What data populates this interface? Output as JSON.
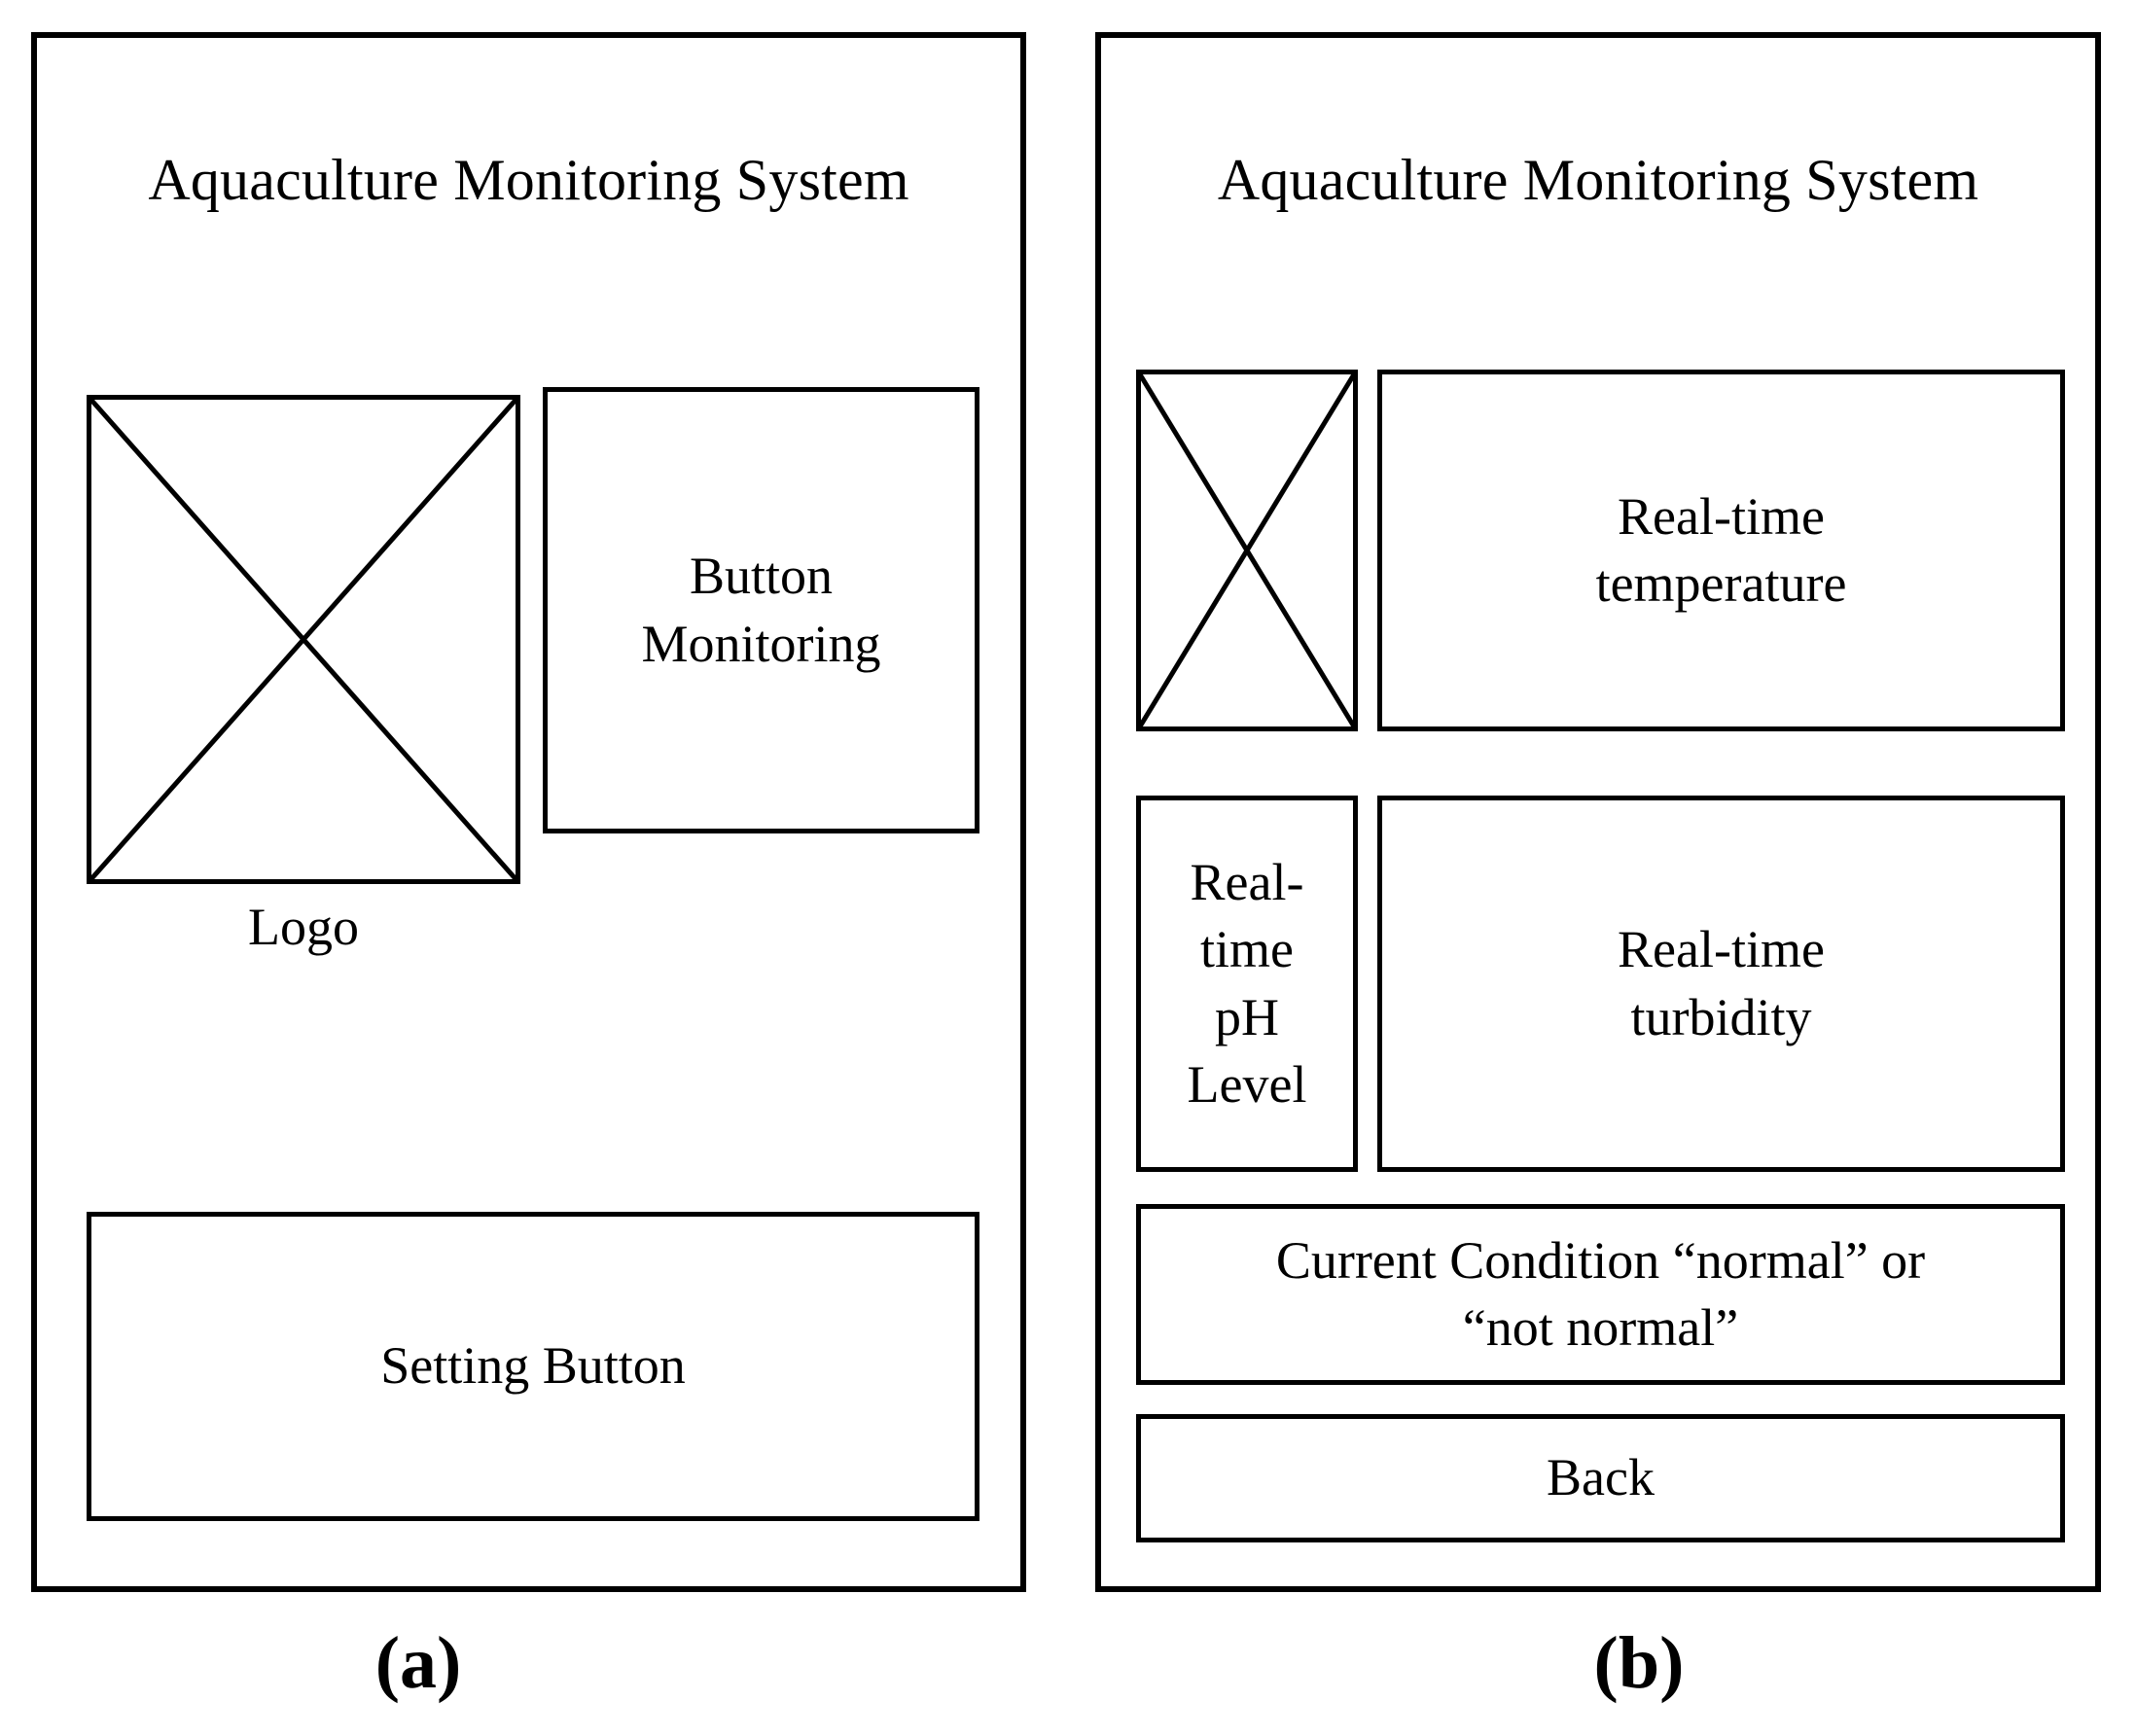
{
  "figure": {
    "panels": [
      {
        "caption": "(a)",
        "app_title": "Aquaculture Monitoring System",
        "elements": {
          "logo_placeholder_label": "Logo",
          "button_monitoring_label": "Button\nMonitoring",
          "button_monitoring_line1": "Button",
          "button_monitoring_line2": "Monitoring",
          "setting_button_label": "Setting Button"
        }
      },
      {
        "caption": "(b)",
        "app_title": "Aquaculture Monitoring System",
        "elements": {
          "logo_placeholder_label": "",
          "temperature_line1": "Real-time",
          "temperature_line2": "temperature",
          "ph_line1": "Real-time",
          "ph_line2": "pH Level",
          "turbidity_line1": "Real-time",
          "turbidity_line2": "turbidity",
          "condition_line1": "Current Condition “normal” or",
          "condition_line2": "“not normal”",
          "back_button_label": "Back"
        }
      }
    ]
  },
  "colors": {
    "stroke": "#000000",
    "background": "#ffffff",
    "text": "#000000"
  },
  "icons": {
    "image_placeholder": "image-placeholder-x-icon"
  }
}
